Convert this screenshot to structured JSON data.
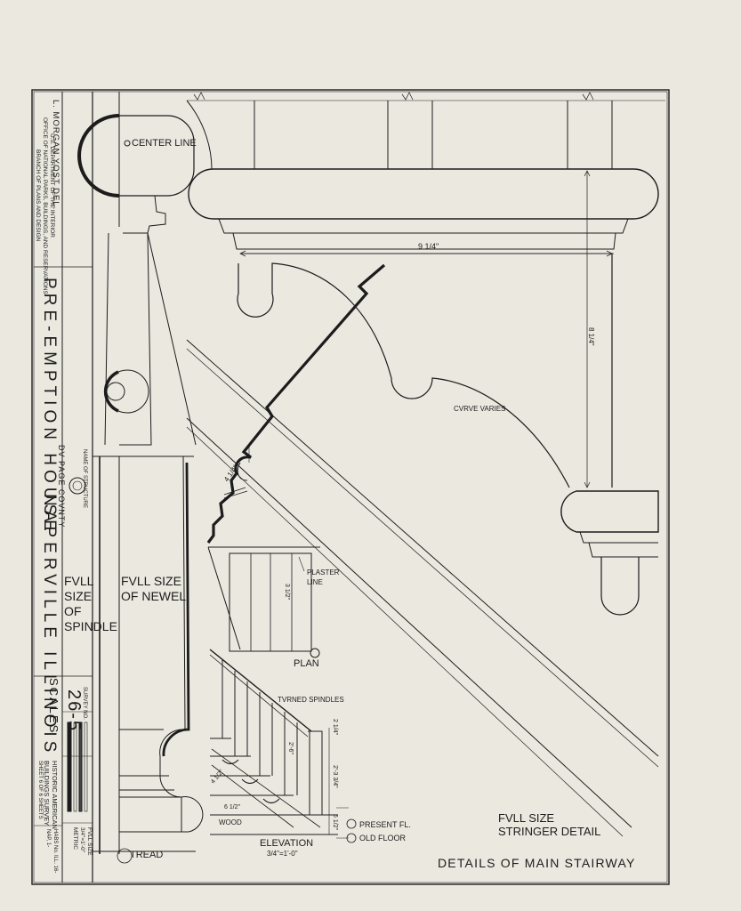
{
  "title_block": {
    "agency_line1": "U.S. DEPARTMENT OF THE INTERIOR",
    "agency_line2": "OFFICE OF NATIONAL PARKS, BUILDINGS, AND RESERVATIONS",
    "agency_line3": "BRANCH OF PLANS AND DESIGN",
    "delineator": "L. MORGAN YOST  DEL.",
    "building_name": "PRE-EMPTION HOUSE",
    "name_of_structure_label": "NAME OF STRUCTURE",
    "location": "NAPERVILLE  ILLINOIS",
    "county": "DV PAGE  COVNTY",
    "survey_no_label": "SURVEY NO.",
    "survey_no": "26-5",
    "habs_line1": "HISTORIC AMERICAN",
    "habs_line2": "BUILDINGS SURVEY",
    "sheet_info": "SHEET 6 OF 6 SHEETS",
    "scales_label": "SCALES",
    "scale_notes": [
      "FVLL SIZE",
      "3/4\"=1'-0\"",
      "METRIC"
    ],
    "habs_no": "HABS No. ILL. 16-NAP, 1-"
  },
  "drawing": {
    "center_line": "CENTER LINE",
    "full_size_spindle": [
      "FVLL",
      "SIZE",
      "OF",
      "SPINDLE"
    ],
    "full_size_newel": [
      "FVLL SIZE",
      "OF NEWEL"
    ],
    "tread": "TREAD",
    "dim_width": "9 1/4\"",
    "dim_height": "8 1/4\"",
    "dim_small": "4 1/4\"",
    "curve_varies": "CVRVE VARIES",
    "plaster_line": [
      "PLASTER",
      "LINE"
    ],
    "plan_dim": "3 1/2\"",
    "plan": "PLAN",
    "turned_spindles": "TVRNED SPINDLES",
    "elev_dims": [
      "2 1/4\"",
      "2'-6\"",
      "2'-3 3/4\"",
      "6 1/2\"",
      "4 1/2\"",
      "6 1/2\""
    ],
    "present_floor": "PRESENT FL.",
    "old_floor": "OLD FLOOR",
    "wood": "WOOD",
    "elevation": "ELEVATION",
    "elevation_scale": "3/4\"=1'-0\"",
    "stringer_detail": [
      "FVLL SIZE",
      "STRINGER DETAIL"
    ],
    "sheet_title": "DETAILS OF MAIN STAIRWAY"
  }
}
